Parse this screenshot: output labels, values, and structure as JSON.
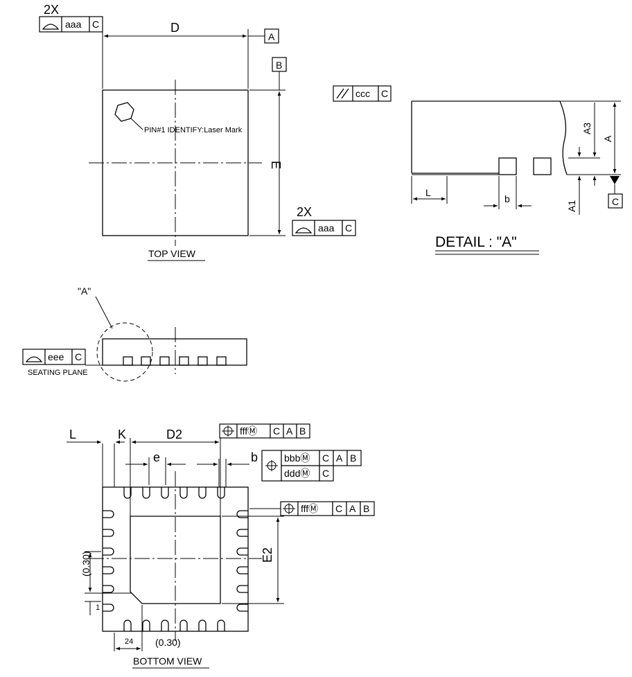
{
  "top_view": {
    "title": "TOP VIEW",
    "dim_d": "D",
    "dim_e": "E",
    "pin1_note": "PIN#1 IDENTIFY:Laser Mark",
    "datum_a": "A",
    "datum_b": "B",
    "count_top": "2X",
    "count_right": "2X",
    "tol_top": {
      "value": "aaa",
      "datum": "C"
    },
    "tol_right": {
      "value": "aaa",
      "datum": "C"
    }
  },
  "detail_a": {
    "title": "DETAIL : \"A\"",
    "parallel_tol": {
      "value": "ccc",
      "datum": "C"
    },
    "dim_a": "A",
    "dim_a1": "A1",
    "dim_a3": "A3",
    "dim_l": "L",
    "dim_b": "b",
    "datum_c": "C"
  },
  "side_view": {
    "callout": "\"A\"",
    "seating_plane": "SEATING PLANE",
    "tol": {
      "value": "eee",
      "datum": "C"
    }
  },
  "bottom_view": {
    "title": "BOTTOM VIEW",
    "dim_l": "L",
    "dim_k": "K",
    "dim_d2": "D2",
    "dim_e": "e",
    "dim_b": "b",
    "dim_e2": "E2",
    "dim_030_v": "(0.30)",
    "dim_030_h": "(0.30)",
    "pin_1": "1",
    "pin_24": "24",
    "pos_tol_top": {
      "value": "fffⓂ",
      "d1": "C",
      "d2": "A",
      "d3": "B"
    },
    "pos_tol_right": {
      "value": "fffⓂ",
      "d1": "C",
      "d2": "A",
      "d3": "B"
    },
    "lead_tol_1": {
      "value": "bbbⓂ",
      "d1": "C",
      "d2": "A",
      "d3": "B"
    },
    "lead_tol_2": {
      "value": "dddⓂ",
      "d1": "C"
    }
  }
}
